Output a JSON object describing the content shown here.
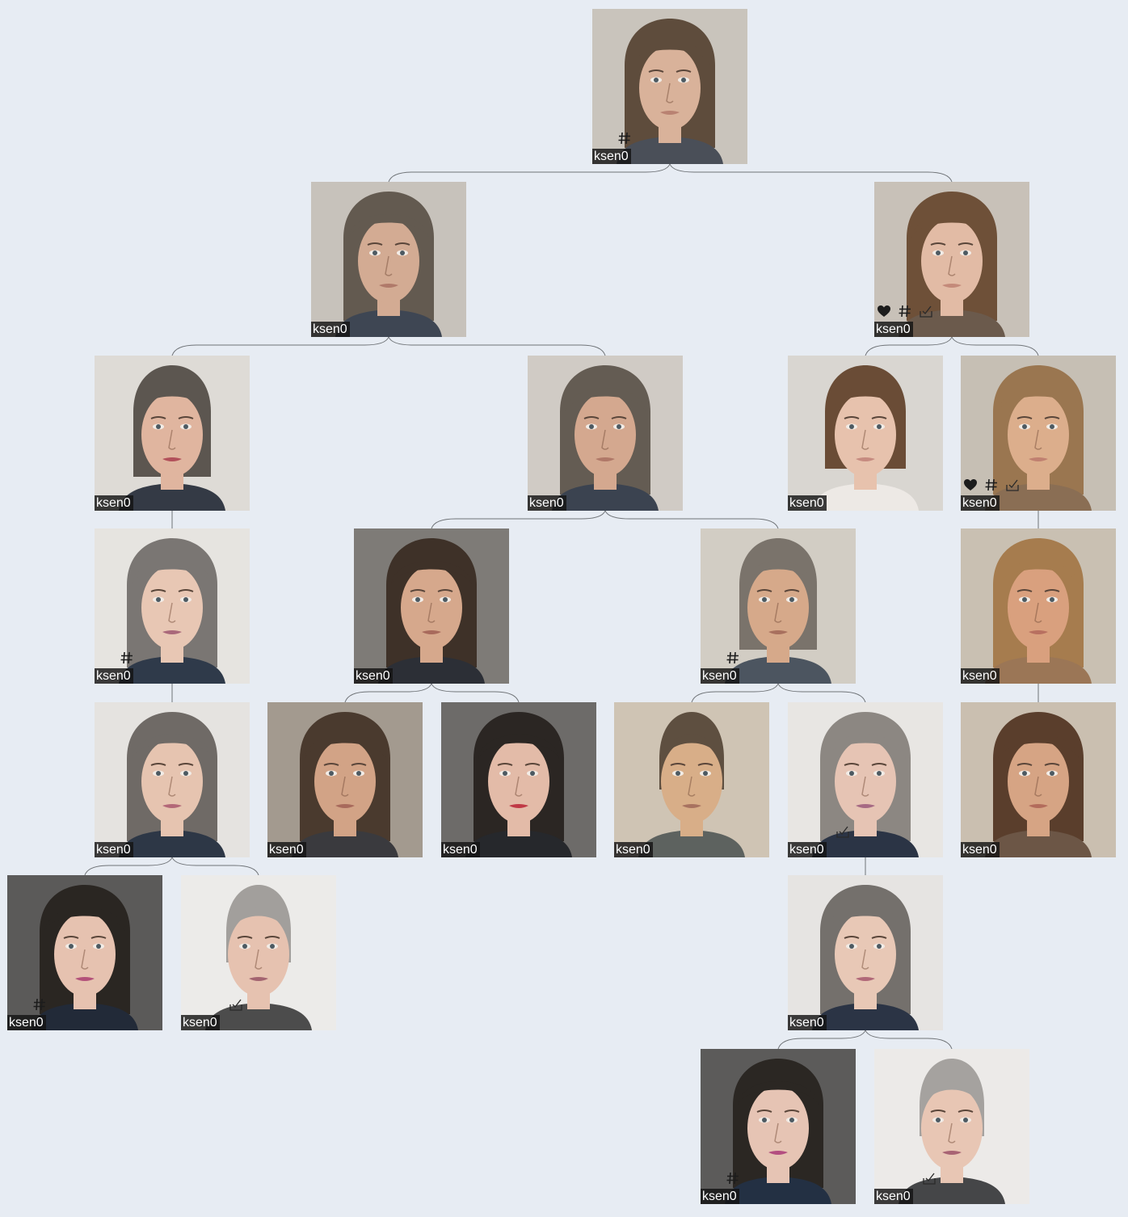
{
  "tree": {
    "nodes": [
      {
        "id": "n0",
        "author": "ksen0",
        "parent": null,
        "face": {
          "bg": "#c9c4bc",
          "hair": "#5e4c3c",
          "skin": "#d9b29a",
          "lips": "#b98272",
          "shirt": "#4a4f58",
          "length": "long"
        },
        "badges": [
          "hash-icon"
        ]
      },
      {
        "id": "n1",
        "author": "ksen0",
        "parent": "n0",
        "face": {
          "bg": "#c7c2bb",
          "hair": "#635a50",
          "skin": "#d3ab93",
          "lips": "#b07a6a",
          "shirt": "#3e4653",
          "length": "long"
        },
        "badges": []
      },
      {
        "id": "n2",
        "author": "ksen0",
        "parent": "n0",
        "face": {
          "bg": "#c8c1b8",
          "hair": "#6e5038",
          "skin": "#e2bba5",
          "lips": "#c48a7a",
          "shirt": "#6b5a4c",
          "length": "long"
        },
        "badges": [
          "heart-icon",
          "hash-icon",
          "check-icon"
        ]
      },
      {
        "id": "n3",
        "author": "ksen0",
        "parent": "n1",
        "face": {
          "bg": "#dedbd6",
          "hair": "#5c5650",
          "skin": "#e0b59f",
          "lips": "#b2505a",
          "shirt": "#343a45",
          "length": "medium"
        },
        "badges": []
      },
      {
        "id": "n4",
        "author": "ksen0",
        "parent": "n1",
        "face": {
          "bg": "#d0cbc5",
          "hair": "#645c53",
          "skin": "#d4a88f",
          "lips": "#b07868",
          "shirt": "#3b4350",
          "length": "long"
        },
        "badges": []
      },
      {
        "id": "n5",
        "author": "ksen0",
        "parent": "n2",
        "face": {
          "bg": "#d9d6d1",
          "hair": "#6a4c36",
          "skin": "#e7c2ad",
          "lips": "#c68b80",
          "shirt": "#ede9e5",
          "length": "bob"
        },
        "badges": []
      },
      {
        "id": "n6",
        "author": "ksen0",
        "parent": "n2",
        "face": {
          "bg": "#c6bfb4",
          "hair": "#9a7650",
          "skin": "#dcae8c",
          "lips": "#c08070",
          "shirt": "#8a6e54",
          "length": "long"
        },
        "badges": [
          "heart-icon",
          "hash-icon",
          "check-icon"
        ]
      },
      {
        "id": "n7",
        "author": "ksen0",
        "parent": "n3",
        "face": {
          "bg": "#e6e4e0",
          "hair": "#7a7673",
          "skin": "#e8c7b4",
          "lips": "#a9687a",
          "shirt": "#2f3a4a",
          "length": "long"
        },
        "badges": [
          "hash-icon"
        ]
      },
      {
        "id": "n8",
        "author": "ksen0",
        "parent": "n4",
        "face": {
          "bg": "#7e7b77",
          "hair": "#3e3128",
          "skin": "#d6a88c",
          "lips": "#a86a5c",
          "shirt": "#2c2f36",
          "length": "long"
        },
        "badges": []
      },
      {
        "id": "n9",
        "author": "ksen0",
        "parent": "n4",
        "face": {
          "bg": "#d2cdc4",
          "hair": "#7a736b",
          "skin": "#d6a98a",
          "lips": "#a8705e",
          "shirt": "#4c5560",
          "length": "medium"
        },
        "badges": [
          "hash-icon"
        ]
      },
      {
        "id": "n10",
        "author": "ksen0",
        "parent": "n6",
        "face": {
          "bg": "#c9c0b2",
          "hair": "#a67c4e",
          "skin": "#d9a07e",
          "lips": "#b87060",
          "shirt": "#9b7656",
          "length": "long"
        },
        "badges": []
      },
      {
        "id": "n11",
        "author": "ksen0",
        "parent": "n7",
        "face": {
          "bg": "#e5e3e0",
          "hair": "#6f6a66",
          "skin": "#e6c4b0",
          "lips": "#b36878",
          "shirt": "#2d3746",
          "length": "long"
        },
        "badges": []
      },
      {
        "id": "n12",
        "author": "ksen0",
        "parent": "n8",
        "face": {
          "bg": "#a39a8f",
          "hair": "#4a3a2e",
          "skin": "#d2a386",
          "lips": "#a86a5c",
          "shirt": "#3a3a3e",
          "length": "long"
        },
        "badges": []
      },
      {
        "id": "n13",
        "author": "ksen0",
        "parent": "n8",
        "face": {
          "bg": "#6d6b69",
          "hair": "#2b2623",
          "skin": "#e3bba8",
          "lips": "#c03a46",
          "shirt": "#26282c",
          "length": "long"
        },
        "badges": []
      },
      {
        "id": "n14",
        "author": "ksen0",
        "parent": "n9",
        "face": {
          "bg": "#cfc4b4",
          "hair": "#5e4f40",
          "skin": "#d8ae88",
          "lips": "#a87260",
          "shirt": "#5d625f",
          "length": "short"
        },
        "badges": []
      },
      {
        "id": "n15",
        "author": "ksen0",
        "parent": "n9",
        "face": {
          "bg": "#e8e6e3",
          "hair": "#8c8782",
          "skin": "#e6c4b4",
          "lips": "#a66a84",
          "shirt": "#2b3445",
          "length": "long"
        },
        "badges": [
          "check-icon"
        ]
      },
      {
        "id": "n16",
        "author": "ksen0",
        "parent": "n10",
        "face": {
          "bg": "#cabfb0",
          "hair": "#5a3e2c",
          "skin": "#d6a484",
          "lips": "#b36c5c",
          "shirt": "#6c5646",
          "length": "long"
        },
        "badges": []
      },
      {
        "id": "n17",
        "author": "ksen0",
        "parent": "n11",
        "face": {
          "bg": "#5b5a59",
          "hair": "#2a2622",
          "skin": "#e6c2b0",
          "lips": "#b3527a",
          "shirt": "#222a38",
          "length": "long"
        },
        "badges": [
          "hash-icon"
        ]
      },
      {
        "id": "n18",
        "author": "ksen0",
        "parent": "n11",
        "face": {
          "bg": "#ecebe9",
          "hair": "#a29f9c",
          "skin": "#e6c2b0",
          "lips": "#a36470",
          "shirt": "#4c4c4c",
          "length": "short"
        },
        "badges": [
          "check-icon"
        ]
      },
      {
        "id": "n19",
        "author": "ksen0",
        "parent": "n15",
        "face": {
          "bg": "#e6e4e2",
          "hair": "#74706c",
          "skin": "#e8c8b6",
          "lips": "#b06878",
          "shirt": "#2b3445",
          "length": "long"
        },
        "badges": []
      },
      {
        "id": "n20",
        "author": "ksen0",
        "parent": "n19",
        "face": {
          "bg": "#5c5b5a",
          "hair": "#2b2723",
          "skin": "#e6c4b4",
          "lips": "#b34e80",
          "shirt": "#233043",
          "length": "long"
        },
        "badges": [
          "hash-icon"
        ]
      },
      {
        "id": "n21",
        "author": "ksen0",
        "parent": "n19",
        "face": {
          "bg": "#eceae8",
          "hair": "#a5a29f",
          "skin": "#e8c6b4",
          "lips": "#a86474",
          "shirt": "#454648",
          "length": "short"
        },
        "badges": [
          "check-icon"
        ]
      }
    ]
  }
}
